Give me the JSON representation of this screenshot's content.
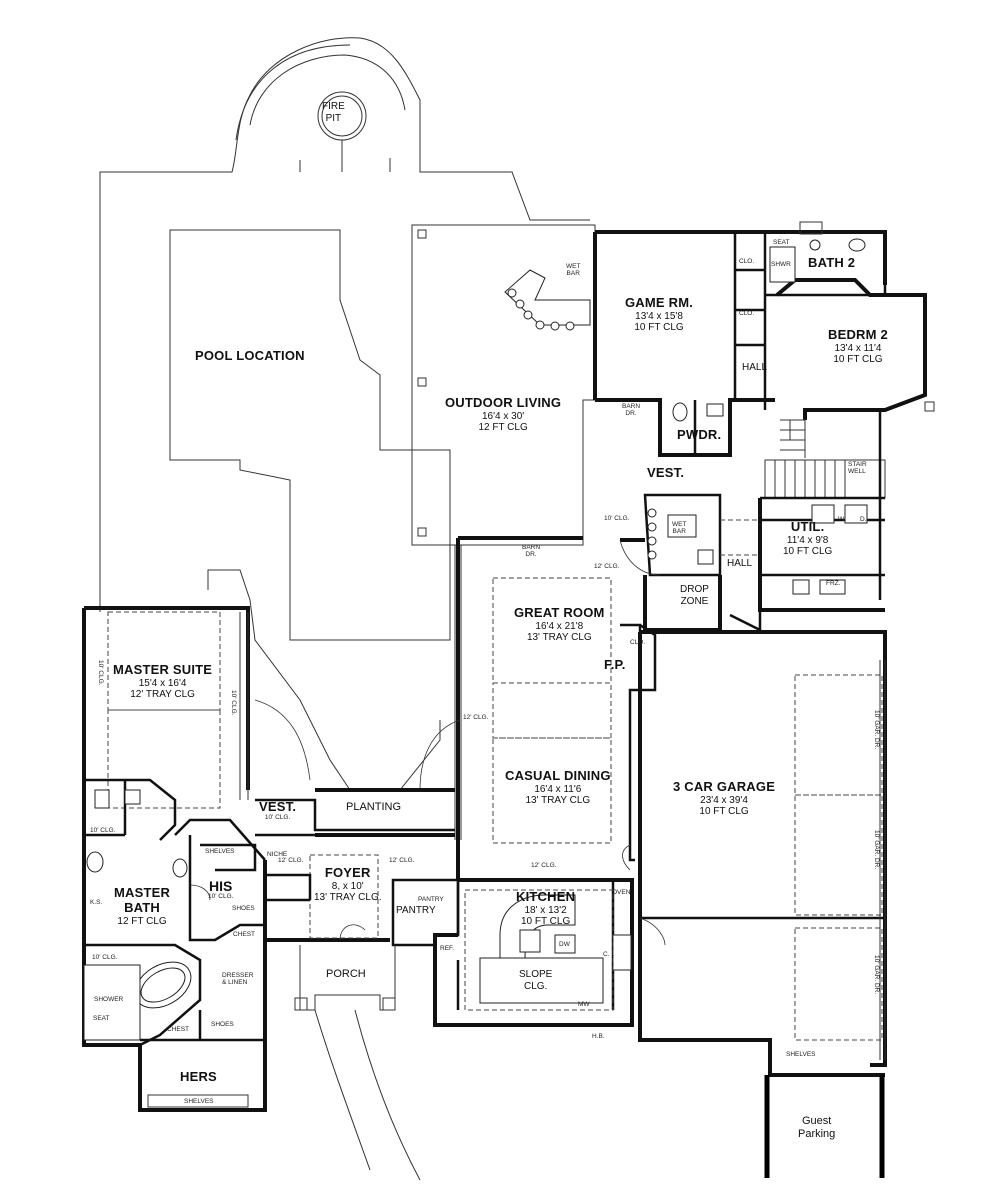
{
  "rooms": {
    "fire_pit": [
      "FIRE",
      "PIT"
    ],
    "pool": "POOL LOCATION",
    "outdoor_living": {
      "name": "OUTDOOR LIVING",
      "size": "16'4 x 30'",
      "ceiling": "12 FT CLG"
    },
    "game_room": {
      "name": "GAME RM.",
      "size": "13'4 x 15'8",
      "ceiling": "10 FT CLG"
    },
    "bath2": "BATH 2",
    "bedroom2": {
      "name": "BEDRM 2",
      "size": "13'4 x 11'4",
      "ceiling": "10 FT CLG"
    },
    "powder": "PWDR.",
    "vest_upper": "VEST.",
    "util": {
      "name": "UTIL.",
      "size": "11'4 x 9'8",
      "ceiling": "10 FT CLG"
    },
    "hall_upper": "HALL",
    "hall_mid": "HALL",
    "drop_zone": [
      "DROP",
      "ZONE"
    ],
    "great_room": {
      "name": "GREAT ROOM",
      "size": "16'4 x 21'8",
      "ceiling": "13' TRAY CLG"
    },
    "fp": "F.P.",
    "casual_dining": {
      "name": "CASUAL DINING",
      "size": "16'4 x 11'6",
      "ceiling": "13' TRAY CLG"
    },
    "garage": {
      "name": "3 CAR GARAGE",
      "size": "23'4 x 39'4",
      "ceiling": "10 FT CLG"
    },
    "master_suite": {
      "name": "MASTER SUITE",
      "size": "15'4 x 16'4",
      "ceiling": "12' TRAY CLG"
    },
    "vest_lower": {
      "name": "VEST.",
      "ceiling": "10' CLG."
    },
    "planting": "PLANTING",
    "foyer": {
      "name": "FOYER",
      "size": "8, x 10'",
      "ceiling": "13' TRAY CLG."
    },
    "his": {
      "name": "HIS",
      "ceiling": "10' CLG."
    },
    "master_bath": {
      "name": "MASTER",
      "name2": "BATH",
      "ceiling": "12 FT CLG"
    },
    "kitchen": {
      "name": "KITCHEN",
      "size": "18' x 13'2",
      "ceiling": "10 FT CLG"
    },
    "slope": {
      "name": "SLOPE",
      "ceiling": "CLG."
    },
    "pantry": "PANTRY",
    "porch": "PORCH",
    "hers": "HERS",
    "guest_parking": [
      "Guest",
      "Parking"
    ]
  },
  "annotations": {
    "wet_bar_upper": [
      "WET",
      "BAR"
    ],
    "wet_bar_mid": [
      "WET",
      "BAR"
    ],
    "barn_dr_upper": [
      "BARN",
      "DR."
    ],
    "barn_dr_mid": [
      "BARN",
      "DR."
    ],
    "clo_1": "CLO.",
    "clo_2": "CLO.",
    "clo_fp": "CLO.",
    "seat": "SEAT",
    "shwr": "SHWR",
    "stair_well": [
      "STAIR",
      "WELL"
    ],
    "wd": "W.",
    "d": "D.",
    "frz": "FRZ.",
    "ten_clg_vest": "10' CLG.",
    "twelve_clg_a": "12' CLG.",
    "twelve_clg_b": "12' CLG.",
    "twelve_clg_c": "12' CLG.",
    "twelve_clg_d": "12' CLG.",
    "twelve_clg_foyer": "12' CLG.",
    "ten_clg_bath": "10' CLG.",
    "ten_clg_shower": "10' CLG.",
    "ten_clg_left": "10' CLG.",
    "ten_clg_right": "10' CLG.",
    "gar_dr_1": "10' GAR. DR.",
    "gar_dr_2": "10' GAR. DR.",
    "gar_dr_3": "10' GAR. DR.",
    "shelves_his": "SHELVES",
    "niche": "NICHE",
    "shoes_his": "SHOES",
    "chest_his": "CHEST",
    "dresser": [
      "DRESSER",
      "& LINEN"
    ],
    "shoes_hers": "SHOES",
    "chest_hers": "CHEST",
    "shelves_hers": "SHELVES",
    "shelves_garage": "SHELVES",
    "ks": "K.S.",
    "shower": "SHOWER",
    "seat_bath": "SEAT",
    "oven": "OVEN",
    "dw": "DW",
    "ref": "REF.",
    "mw": "MW",
    "c": "C.",
    "pantry_small": "PANTRY",
    "hb": "H.B."
  }
}
